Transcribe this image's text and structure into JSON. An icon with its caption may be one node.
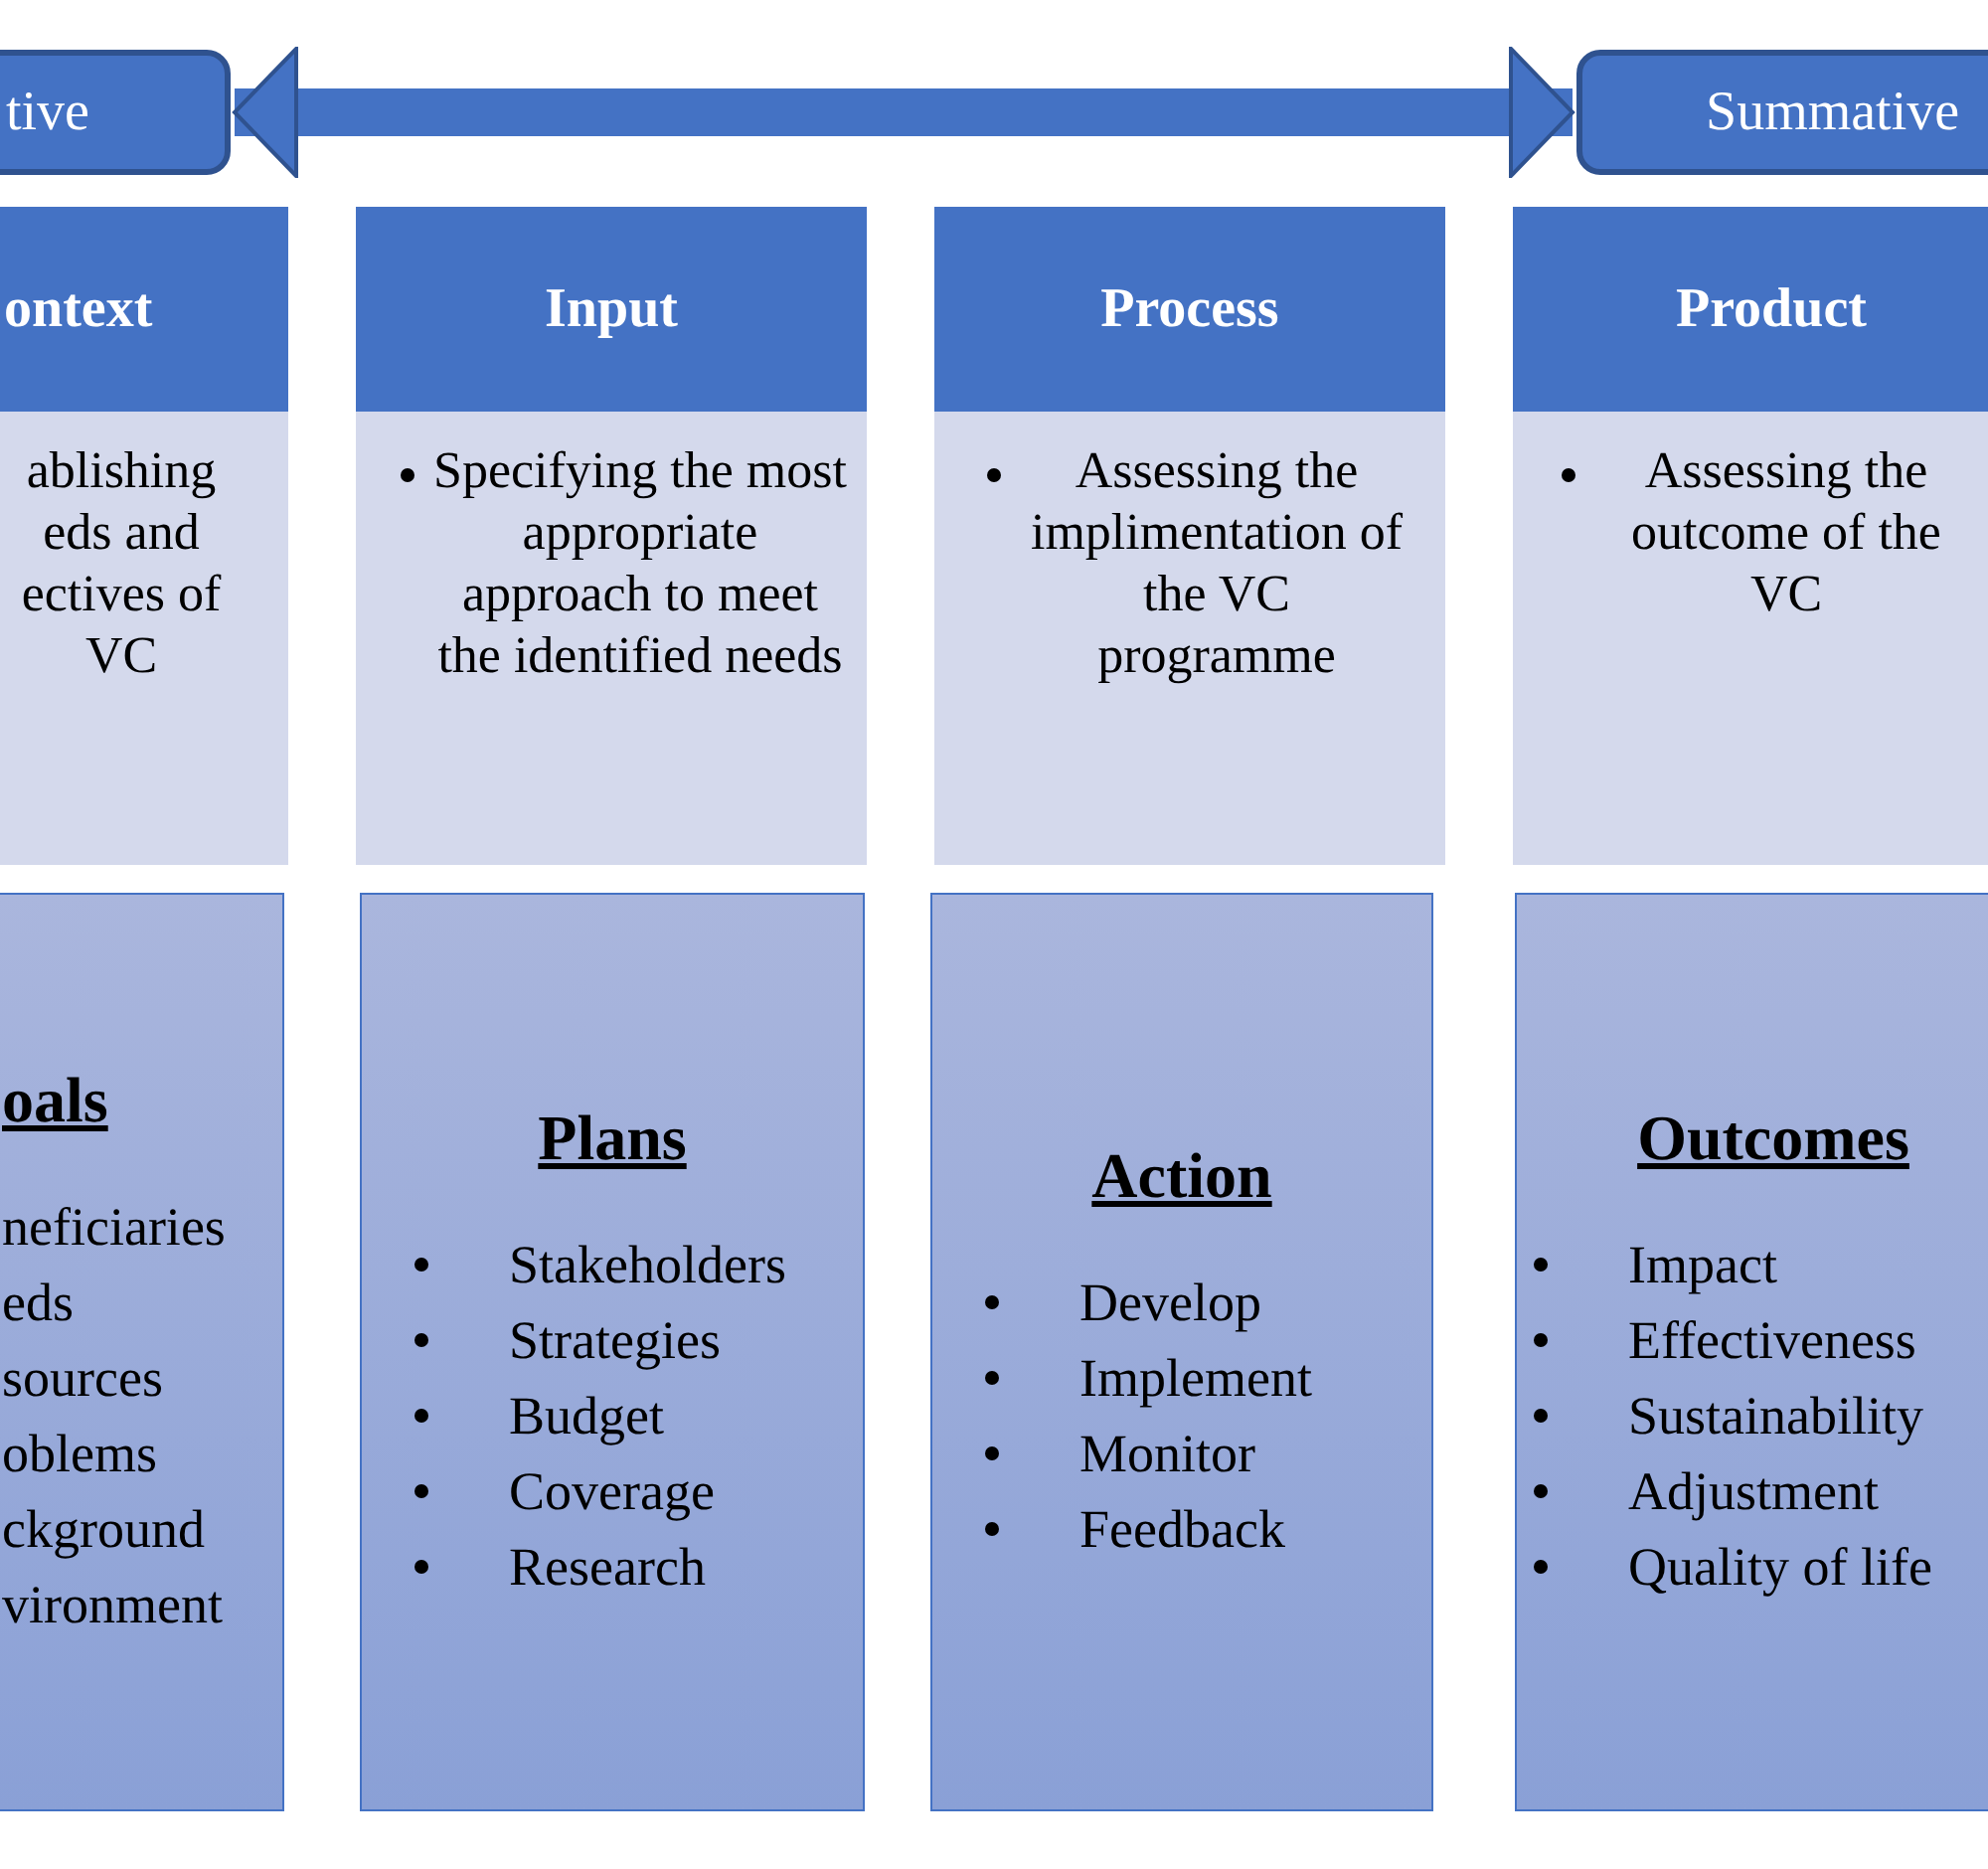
{
  "diagram": {
    "nodes": [
      {
        "text": [
          "tive"
        ]
      },
      {
        "text": [
          "Summative"
        ]
      },
      {
        "text": [
          "ontext"
        ]
      },
      {
        "text": [
          "Input"
        ]
      },
      {
        "text": [
          "Process"
        ]
      },
      {
        "text": [
          "Product"
        ]
      },
      {
        "text": [
          "ablishing eds and ectives of VC"
        ]
      },
      {
        "text": [
          "Specifying the most appropriate approach to meet the identified needs"
        ]
      },
      {
        "text": [
          "Assessing the implimentation of the VC programme"
        ]
      },
      {
        "text": [
          "Assessing the outcome of the VC"
        ]
      },
      {
        "text": [
          "oals",
          "neficiaries",
          "eds",
          "sources",
          "oblems",
          "ckground",
          "vironment"
        ]
      },
      {
        "text": [
          "Plans",
          "Stakeholders",
          "Strategies",
          "Budget",
          "Coverage",
          "Research"
        ]
      },
      {
        "text": [
          "Action",
          "Develop",
          "Implement",
          "Monitor",
          "Feedback"
        ]
      },
      {
        "text": [
          "Outcomes",
          "Impact",
          "Effectiveness",
          "Sustainability",
          "Adjustment",
          "Quality of life"
        ]
      }
    ],
    "edges": [
      {
        "from": 0,
        "to": 1,
        "arrow": "both"
      }
    ]
  }
}
